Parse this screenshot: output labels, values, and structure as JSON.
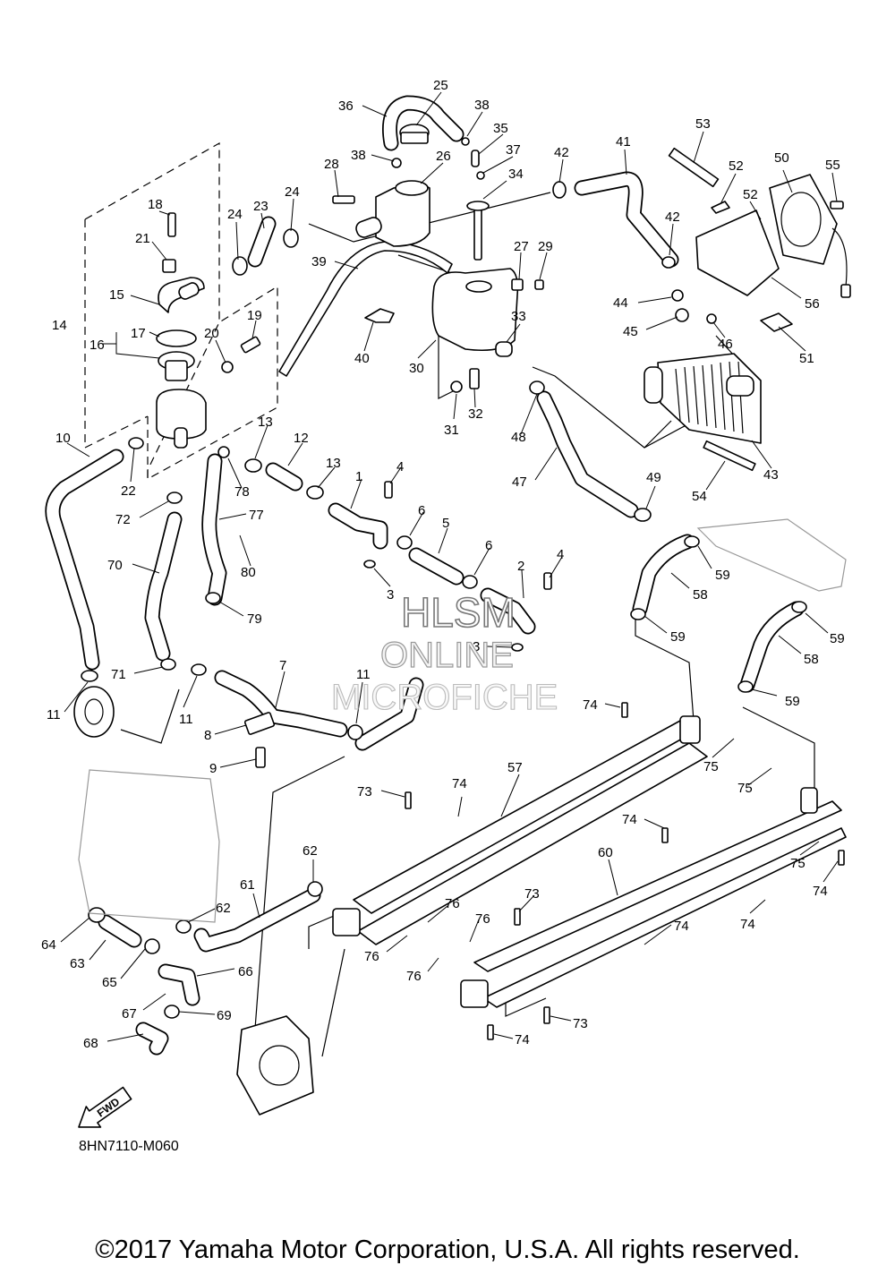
{
  "diagram": {
    "code": "8HN7110-M060",
    "copyright": "©2017 Yamaha Motor Corporation, U.S.A. All rights reserved.",
    "watermark": [
      "HLSM",
      "ONLINE",
      "MICROFICHE"
    ],
    "direction_label": "FWD",
    "callouts": [
      "1",
      "2",
      "3",
      "3",
      "4",
      "4",
      "5",
      "6",
      "6",
      "7",
      "8",
      "9",
      "10",
      "11",
      "11",
      "11",
      "12",
      "13",
      "13",
      "14",
      "15",
      "16",
      "17",
      "18",
      "19",
      "20",
      "21",
      "22",
      "23",
      "24",
      "24",
      "25",
      "26",
      "27",
      "28",
      "29",
      "30",
      "31",
      "32",
      "33",
      "34",
      "35",
      "36",
      "37",
      "38",
      "38",
      "39",
      "40",
      "41",
      "42",
      "42",
      "43",
      "44",
      "45",
      "46",
      "47",
      "48",
      "49",
      "50",
      "51",
      "52",
      "52",
      "53",
      "54",
      "55",
      "56",
      "57",
      "58",
      "58",
      "59",
      "59",
      "59",
      "59",
      "60",
      "61",
      "62",
      "62",
      "63",
      "64",
      "65",
      "66",
      "67",
      "68",
      "69",
      "70",
      "71",
      "72",
      "73",
      "73",
      "73",
      "74",
      "74",
      "74",
      "74",
      "74",
      "74",
      "74",
      "75",
      "75",
      "75",
      "76",
      "76",
      "76",
      "76",
      "77",
      "78",
      "79",
      "80"
    ]
  }
}
